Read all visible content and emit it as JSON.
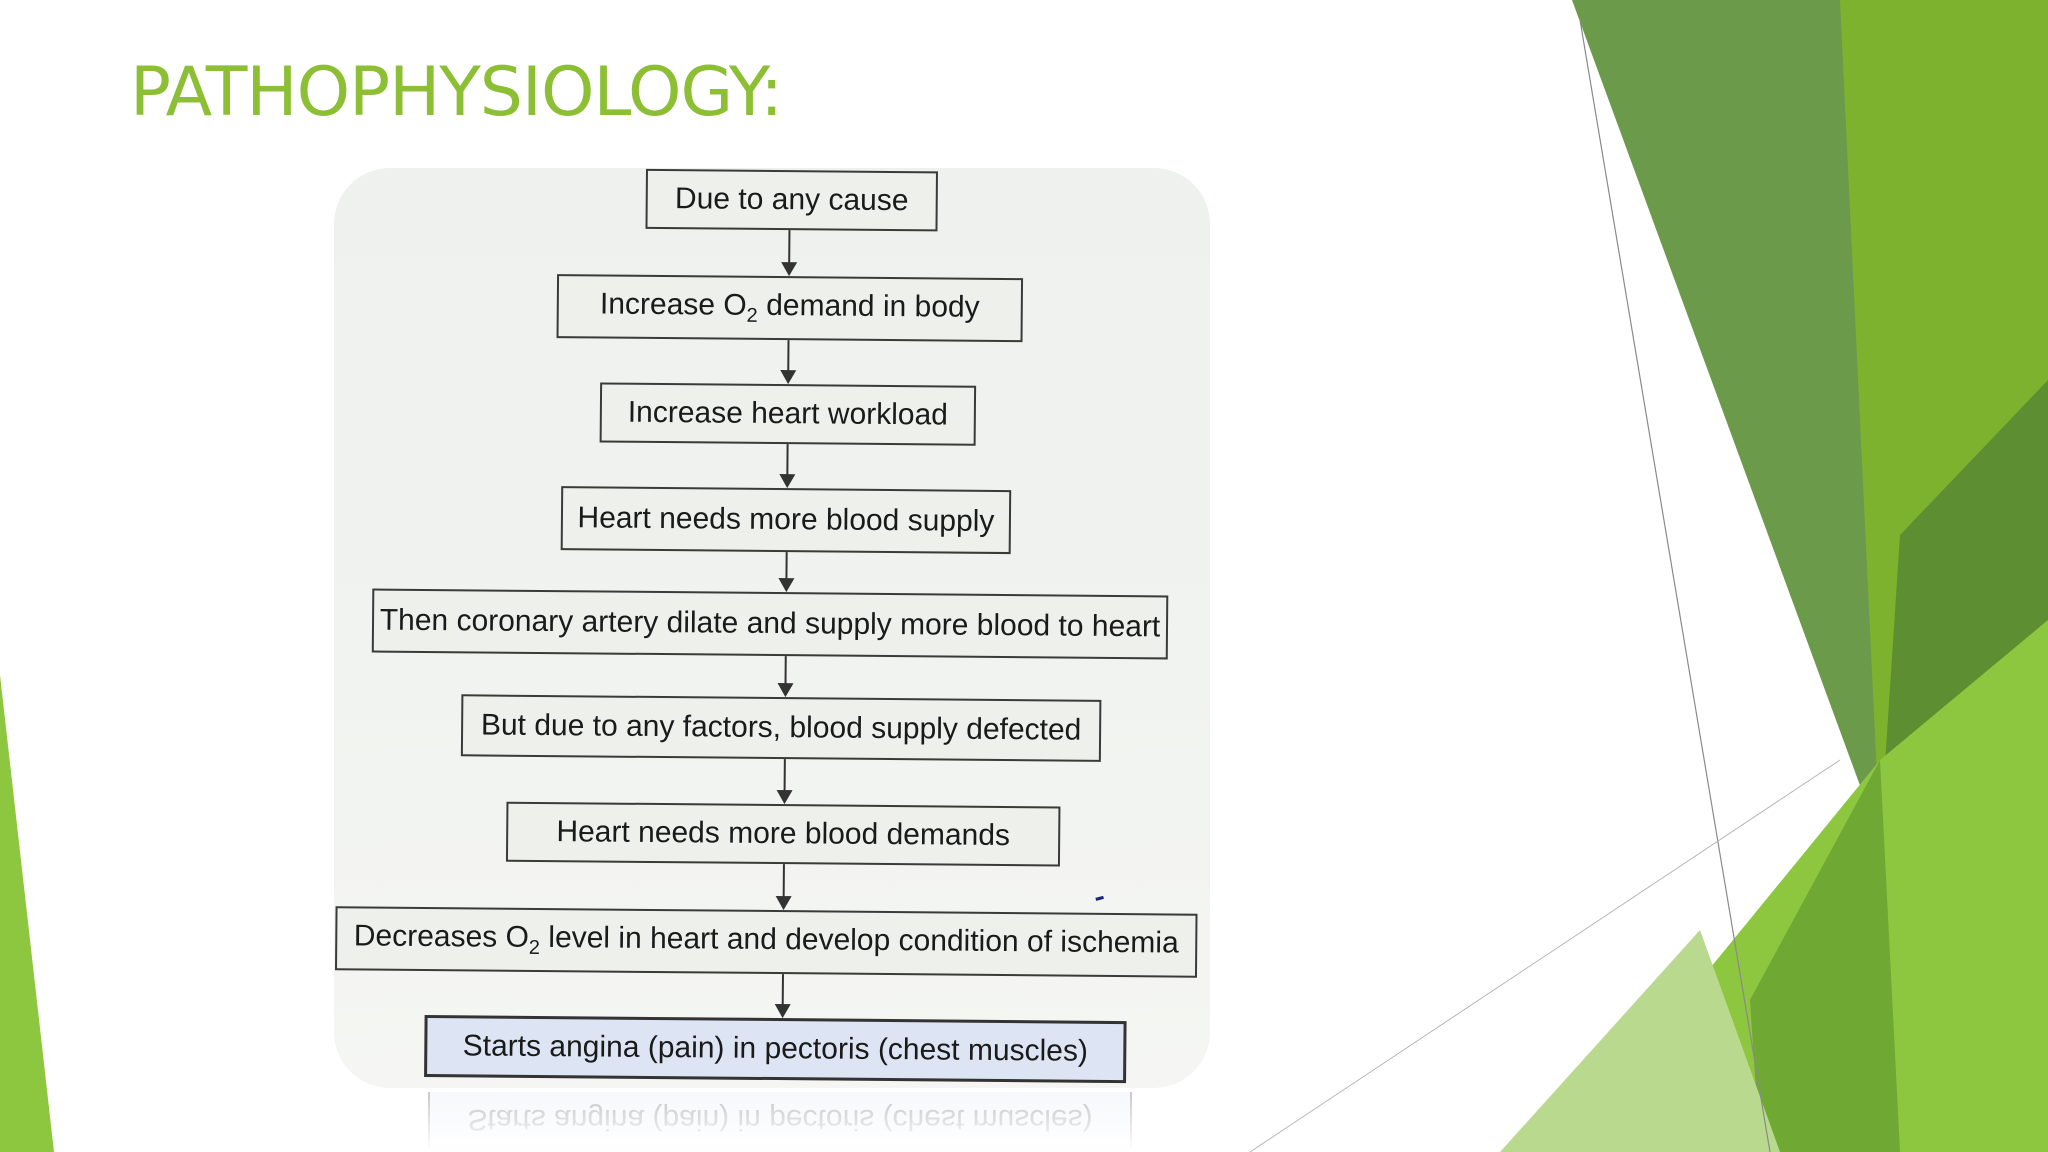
{
  "slide": {
    "title": "PATHOPHYSIOLOGY:"
  },
  "colors": {
    "title": "#8cbf34",
    "accent_light": "#8dc63f",
    "accent_dark": "#6b9a4a"
  },
  "flowchart": {
    "steps": [
      {
        "pre": "Due to any cause",
        "sub": "",
        "post": ""
      },
      {
        "pre": "Increase O",
        "sub": "2",
        "post": " demand in body"
      },
      {
        "pre": "Increase heart workload",
        "sub": "",
        "post": ""
      },
      {
        "pre": "Heart needs more blood supply",
        "sub": "",
        "post": ""
      },
      {
        "pre": "Then coronary artery dilate and supply more blood to heart",
        "sub": "",
        "post": ""
      },
      {
        "pre": "But due to any factors, blood supply defected",
        "sub": "",
        "post": ""
      },
      {
        "pre": "Heart needs more blood demands",
        "sub": "",
        "post": ""
      },
      {
        "pre": "Decreases O",
        "sub": "2",
        "post": " level in heart and develop condition of ischemia"
      },
      {
        "pre": "Starts angina (pain) in pectoris (chest muscles)",
        "sub": "",
        "post": ""
      }
    ]
  }
}
